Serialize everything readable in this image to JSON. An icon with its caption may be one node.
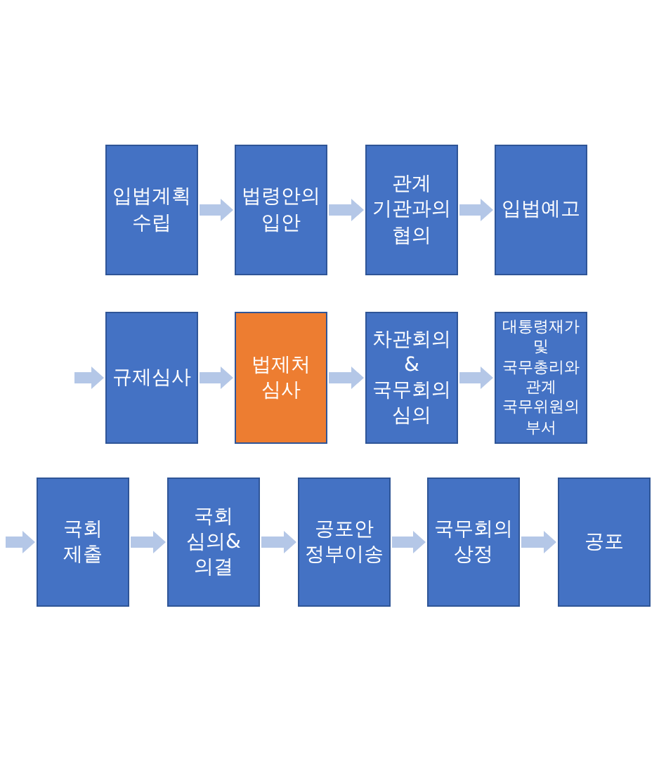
{
  "diagram": {
    "nodes": [
      {
        "text": [
          "입법계획 수립"
        ]
      },
      {
        "text": [
          "법령안의 입안"
        ]
      },
      {
        "text": [
          "관계 기관과의 협의"
        ]
      },
      {
        "text": [
          "입법예고"
        ]
      },
      {
        "text": [
          "규제심사"
        ]
      },
      {
        "text": [
          "법제처 심사"
        ]
      },
      {
        "text": [
          "차관회의 &국무회의 심의"
        ]
      },
      {
        "text": [
          "대통령재가 및 국무총리와 관계 국무위원의 부서"
        ]
      },
      {
        "text": [
          "국회 제출"
        ]
      },
      {
        "text": [
          "국회 심의&의결"
        ]
      },
      {
        "text": [
          "공포안 정부이송"
        ]
      },
      {
        "text": [
          "국무회의 상정"
        ]
      },
      {
        "text": [
          "공포"
        ]
      }
    ],
    "edges": [
      {
        "from": 0,
        "to": 1,
        "arrow": "to"
      },
      {
        "from": 1,
        "to": 2,
        "arrow": "to"
      },
      {
        "from": 2,
        "to": 3,
        "arrow": "to"
      },
      {
        "from": null,
        "to": 4,
        "arrow": "to"
      },
      {
        "from": 4,
        "to": 5,
        "arrow": "to"
      },
      {
        "from": 5,
        "to": 6,
        "arrow": "to"
      },
      {
        "from": 6,
        "to": 7,
        "arrow": "to"
      },
      {
        "from": null,
        "to": 8,
        "arrow": "to"
      },
      {
        "from": 8,
        "to": 9,
        "arrow": "to"
      },
      {
        "from": 9,
        "to": 10,
        "arrow": "to"
      },
      {
        "from": 10,
        "to": 11,
        "arrow": "to"
      },
      {
        "from": 11,
        "to": 12,
        "arrow": "to"
      }
    ]
  }
}
